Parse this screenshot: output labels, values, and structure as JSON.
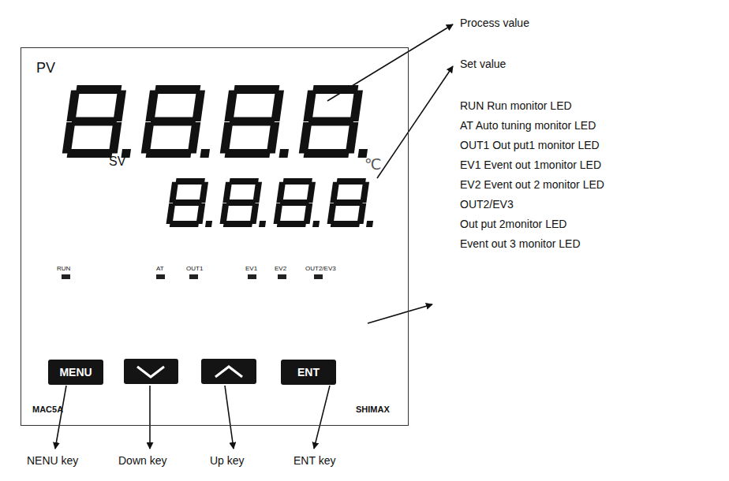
{
  "diagram": {
    "nodes": [
      {
        "text": [
          "MAC5A",
          "SHIMAX"
        ]
      },
      {
        "text": [
          "MENU"
        ],
        "in": 0
      },
      {
        "text": [
          "ENT"
        ],
        "in": 0
      }
    ],
    "labels": [
      "Process value",
      "Set value",
      "RUN Run monitor LED",
      "AT Auto tuning monitor LED",
      "OUT1 Out put1 monitor LED",
      "EV1  Event out 1monitor LED",
      "EV2 Event out 2 monitor LED",
      "OUT2/EV3",
      "Out put 2monitor LED",
      "Event out 3 monitor LED",
      "PV",
      "SV",
      "℃",
      "RUN",
      "AT",
      "OUT1",
      "EV1",
      "EV2",
      "OUT2/EV3",
      "NENU key",
      "Down key",
      "Up key",
      "ENT key"
    ]
  }
}
